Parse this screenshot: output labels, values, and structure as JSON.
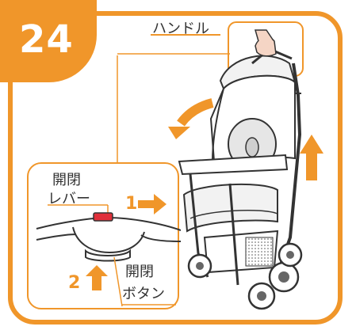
{
  "step": {
    "number": "24"
  },
  "labels": {
    "handle": "ハンドル",
    "lever_line1": "開閉",
    "lever_line2": "レバー",
    "button_line1": "開閉",
    "button_line2": "ボタン"
  },
  "steps": {
    "first": "1",
    "second": "2"
  },
  "colors": {
    "accent": "#f0962a",
    "lever": "#e0303a",
    "line": "#333333"
  }
}
